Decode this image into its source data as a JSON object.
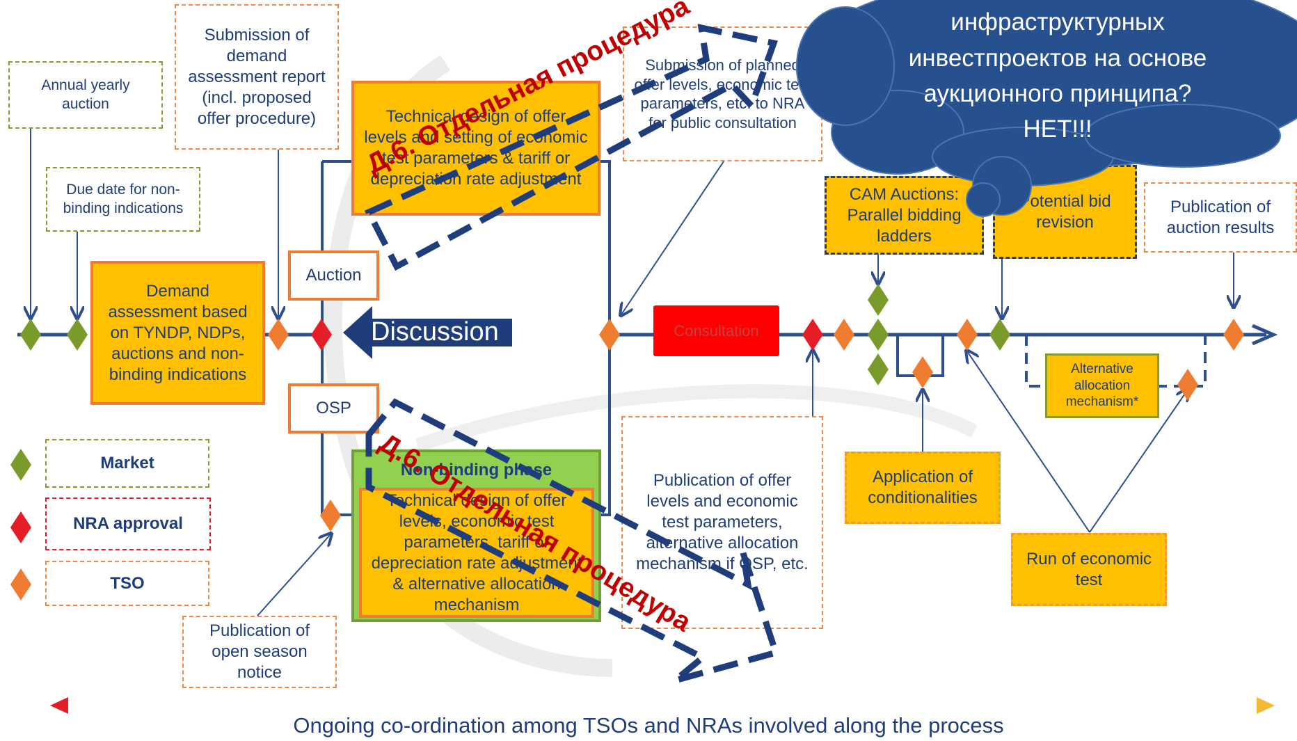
{
  "diagram": {
    "milestones": {
      "annual_auction": "Annual yearly auction",
      "due_date": "Due date for non-binding indications",
      "submission_demand": "Submission of demand assessment report (incl. proposed offer procedure)",
      "submission_planned": "Submission of planned offer levels, economic test parameters, etc. to NRA for public consultation",
      "publication_results": "Publication of auction results",
      "publication_open_season": "Publication of open season notice",
      "publication_offer_levels": "Publication of offer levels and economic test parameters, alternative allocation mechanism if OSP, etc."
    },
    "boxes": {
      "demand_assessment": "Demand assessment based on TYNDP, NDPs, auctions and non-binding indications",
      "technical_design": "Technical design of offer levels and setting of economic test parameters & tariff or depreciation rate adjustment",
      "auction": "Auction",
      "osp": "OSP",
      "discussion": "Discussion",
      "consultation": "Consultation",
      "cam_auctions": "CAM Auctions: Parallel bidding ladders",
      "potential_bid_revision": "Potential bid revision",
      "alternative_allocation": "Alternative allocation mechanism*",
      "application_conditionalities": "Application of conditionalities",
      "run_economic_test": "Run of economic test",
      "non_binding_phase_title": "Non-binding phase",
      "non_binding_phase_body": "Technical design of offer levels, economic test parameters, tariff or depreciation rate adjustment & alternative allocation mechanism"
    },
    "legend": {
      "market": "Market",
      "nra_approval": "NRA approval",
      "tso": "TSO"
    },
    "overlay": {
      "cloud_line_1": "инфраструктурных",
      "cloud_line_2": "инвестпроектов на основе",
      "cloud_line_3": "аукционного принципа?",
      "cloud_line_4": "НЕТ!!!",
      "stamp_top": "Д.6. Отдельная процедура",
      "stamp_bottom": "Д.6. Отдельная процедура"
    },
    "footer": "Ongoing co-ordination among TSOs and NRAs involved along the process",
    "colors": {
      "navy": "#1f3d7a",
      "timeline": "#2e4f8f",
      "gold": "#ffc000",
      "orange": "#ee7d31",
      "red": "#e41e26",
      "green_diamond": "#7a9a2a",
      "lime": "#92d050",
      "stamp_text": "#c00000"
    }
  }
}
